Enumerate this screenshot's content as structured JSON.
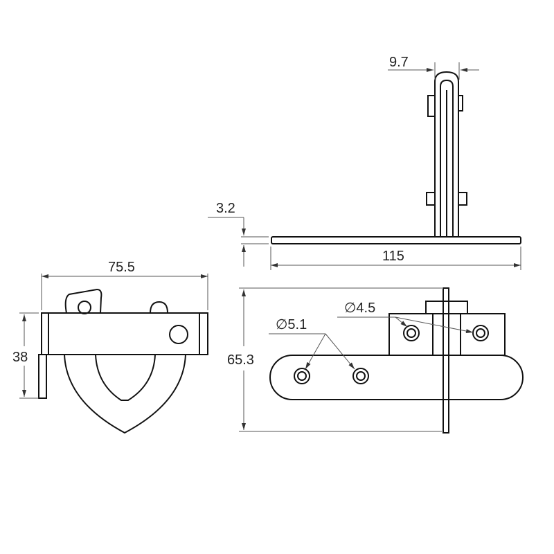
{
  "drawing": {
    "top_view": {
      "width_dim": "115",
      "thickness_dim": "3.2",
      "bracket_dim": "9.7"
    },
    "side_view": {
      "width_dim": "75.5",
      "height_dim": "38"
    },
    "front_view": {
      "height_dim": "65.3",
      "hole_large_dim": "∅5.1",
      "hole_small_dim": "∅4.5"
    }
  }
}
